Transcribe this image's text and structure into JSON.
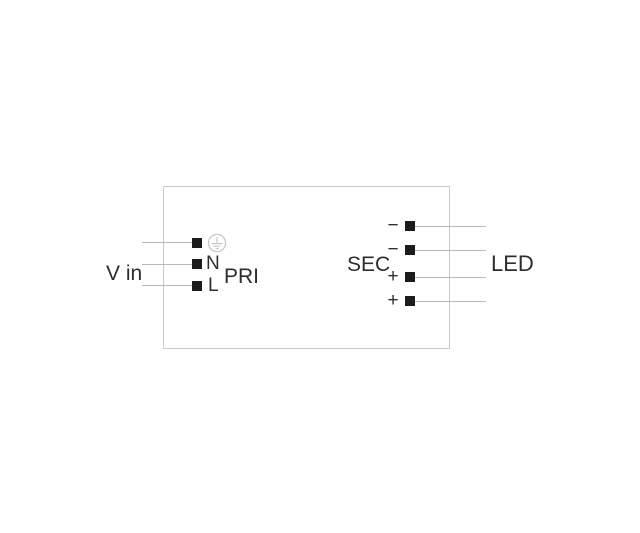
{
  "colors": {
    "background": "#ffffff",
    "device_outline": "#cbcbcb",
    "wire": "#b8b8b8",
    "terminal_square": "#1c1c1c",
    "text": "#2d2d2d",
    "earth_icon": "#c7c7c7"
  },
  "primary": {
    "section_label": "PRI",
    "input_label": "V in",
    "terminals": [
      {
        "id": "protective-earth",
        "label": "",
        "icon": "protective-earth-icon"
      },
      {
        "id": "neutral",
        "label": "N"
      },
      {
        "id": "line",
        "label": "L"
      }
    ]
  },
  "secondary": {
    "section_label": "SEC",
    "output_label": "LED",
    "terminals": [
      {
        "id": "minus-1",
        "label": "−"
      },
      {
        "id": "minus-2",
        "label": "−"
      },
      {
        "id": "plus-1",
        "label": "+"
      },
      {
        "id": "plus-2",
        "label": "+"
      }
    ]
  }
}
